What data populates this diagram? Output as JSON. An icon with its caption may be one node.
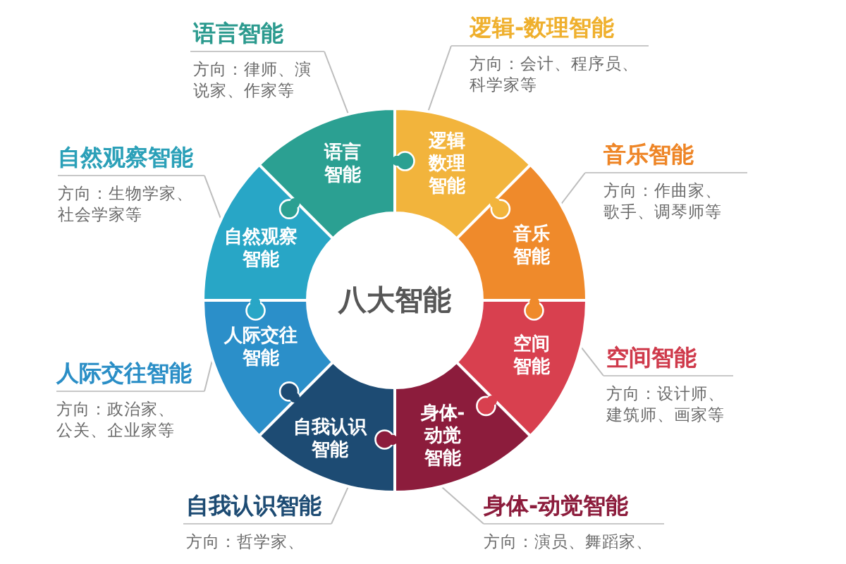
{
  "diagram": {
    "nodes": [
      {
        "text": [
          "语言智能"
        ]
      },
      {
        "text": [
          "逻辑数理智能"
        ]
      },
      {
        "text": [
          "音乐智能"
        ]
      },
      {
        "text": [
          "空间智能"
        ]
      },
      {
        "text": [
          "身体-动觉智能"
        ]
      },
      {
        "text": [
          "自我认识智能"
        ]
      },
      {
        "text": [
          "人际交往智能"
        ]
      },
      {
        "text": [
          "自然观察智能"
        ]
      },
      {
        "text": [
          "语言智能",
          "方向：律师、演说家、作家等"
        ]
      },
      {
        "text": [
          "逻辑-数理智能",
          "方向：会计、程序员、科学家等"
        ]
      },
      {
        "text": [
          "音乐智能",
          "方向：作曲家、歌手、调琴师等"
        ]
      },
      {
        "text": [
          "空间智能",
          "方向：设计师、建筑师、画家等"
        ]
      },
      {
        "text": [
          "身体-动觉智能",
          "方向：演员、舞蹈家、"
        ]
      },
      {
        "text": [
          "自我认识智能",
          "方向：哲学家、"
        ]
      },
      {
        "text": [
          "人际交往智能",
          "方向：政治家、公关、企业家等"
        ]
      },
      {
        "text": [
          "自然观察智能",
          "方向：生物学家、社会学家等"
        ]
      }
    ],
    "edges": [
      {
        "from": 8,
        "to": 0,
        "arrow": "none"
      },
      {
        "from": 9,
        "to": 1,
        "arrow": "none"
      },
      {
        "from": 10,
        "to": 2,
        "arrow": "none"
      },
      {
        "from": 11,
        "to": 3,
        "arrow": "none"
      },
      {
        "from": 12,
        "to": 4,
        "arrow": "none"
      },
      {
        "from": 13,
        "to": 5,
        "arrow": "none"
      },
      {
        "from": 14,
        "to": 6,
        "arrow": "none"
      },
      {
        "from": 15,
        "to": 7,
        "arrow": "none"
      }
    ],
    "labels": [
      "八大智能"
    ]
  }
}
